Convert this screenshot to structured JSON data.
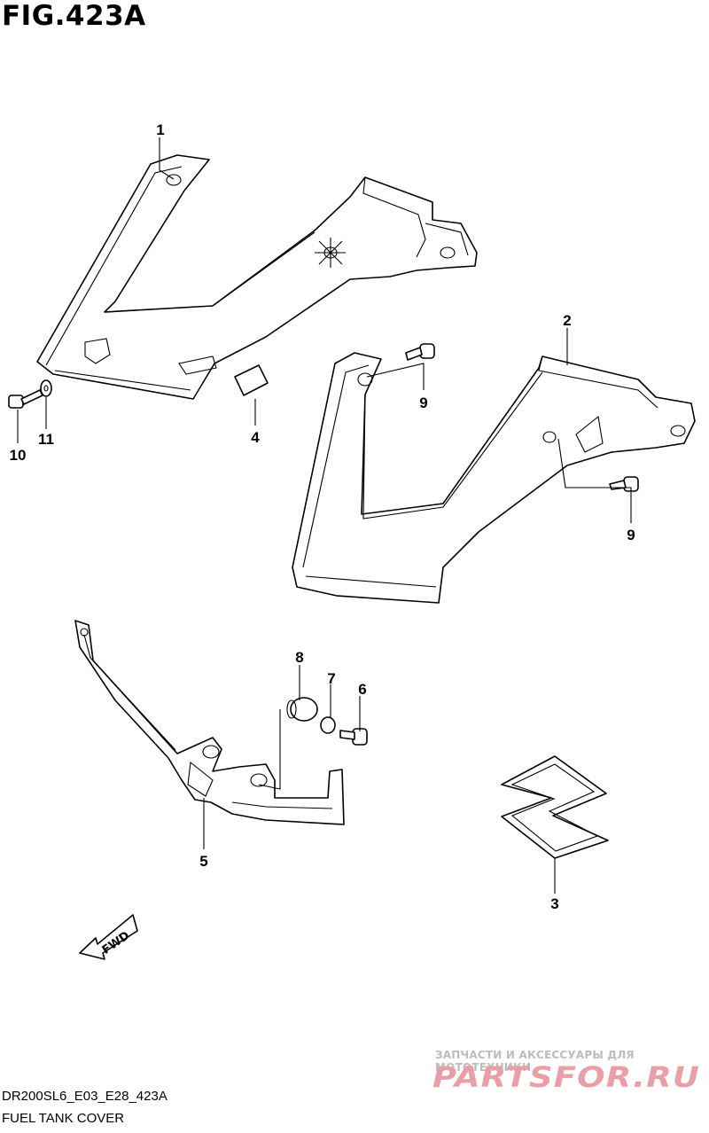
{
  "figure": {
    "title": "FIG.423A",
    "code": "DR200SL6_E03_E28_423A",
    "caption": "FUEL TANK COVER"
  },
  "callouts": [
    {
      "id": "c1",
      "label": "1"
    },
    {
      "id": "c2",
      "label": "2"
    },
    {
      "id": "c3",
      "label": "3"
    },
    {
      "id": "c4",
      "label": "4"
    },
    {
      "id": "c5",
      "label": "5"
    },
    {
      "id": "c6",
      "label": "6"
    },
    {
      "id": "c7",
      "label": "7"
    },
    {
      "id": "c8",
      "label": "8"
    },
    {
      "id": "c9a",
      "label": "9"
    },
    {
      "id": "c9b",
      "label": "9"
    },
    {
      "id": "c10",
      "label": "10"
    },
    {
      "id": "c11",
      "label": "11"
    }
  ],
  "fwd_arrow": {
    "label": "FWD"
  },
  "watermark": {
    "tagline": "ЗАПЧАСТИ И АКСЕССУАРЫ ДЛЯ МОТОТЕХНИКИ",
    "logo_text": "PARTSFOR.RU",
    "color": "#e8a0a6"
  }
}
